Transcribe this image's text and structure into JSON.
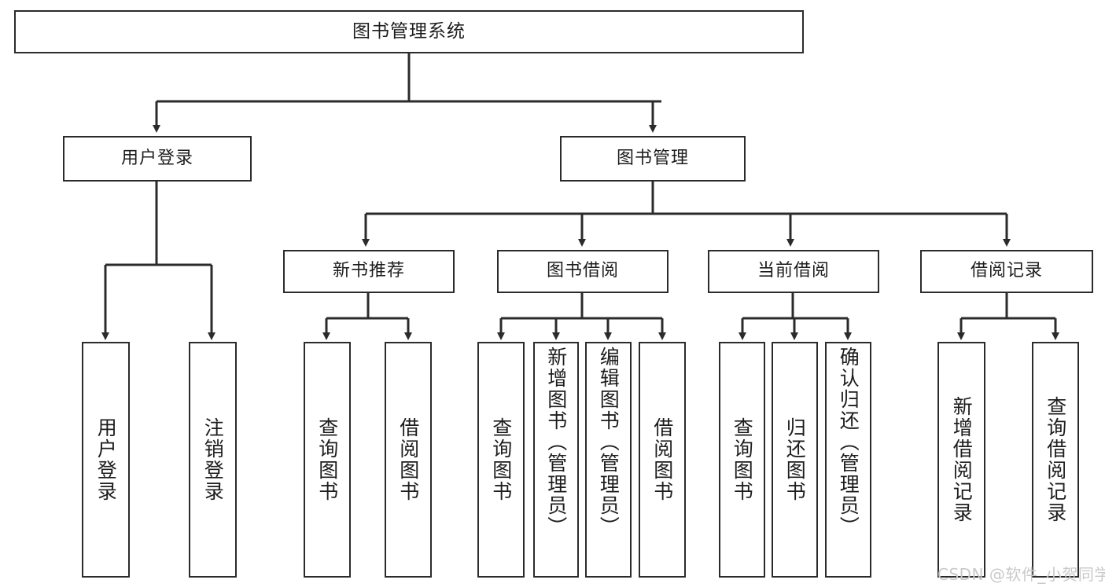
{
  "diagram": {
    "title": "图书管理系统",
    "watermark": "CSDN @软件_小贺同学",
    "colors": {
      "stroke": "#2b2b2b",
      "fill": "#ffffff",
      "text": "#1d1d1d",
      "watermark": "#c9c9c9"
    },
    "nodes": {
      "root": "图书管理系统",
      "user_login": "用户登录",
      "book_manage": "图书管理",
      "new_book_rec": "新书推荐",
      "book_borrow": "图书借阅",
      "current_borrow": "当前借阅",
      "borrow_record": "借阅记录",
      "leaf_user_login": "用户登录",
      "leaf_logout": "注销登录",
      "leaf_query_book_1": "查询图书",
      "leaf_borrow_book_1": "借阅图书",
      "leaf_query_book_2": "查询图书",
      "leaf_add_book_admin": "新增图书（管理员）",
      "leaf_edit_book_admin": "编辑图书（管理员）",
      "leaf_borrow_book_2": "借阅图书",
      "leaf_query_book_3": "查询图书",
      "leaf_return_book": "归还图书",
      "leaf_confirm_return_admin": "确认归还（管理员）",
      "leaf_add_record": "新增借阅记录",
      "leaf_query_record": "查询借阅记录"
    }
  }
}
